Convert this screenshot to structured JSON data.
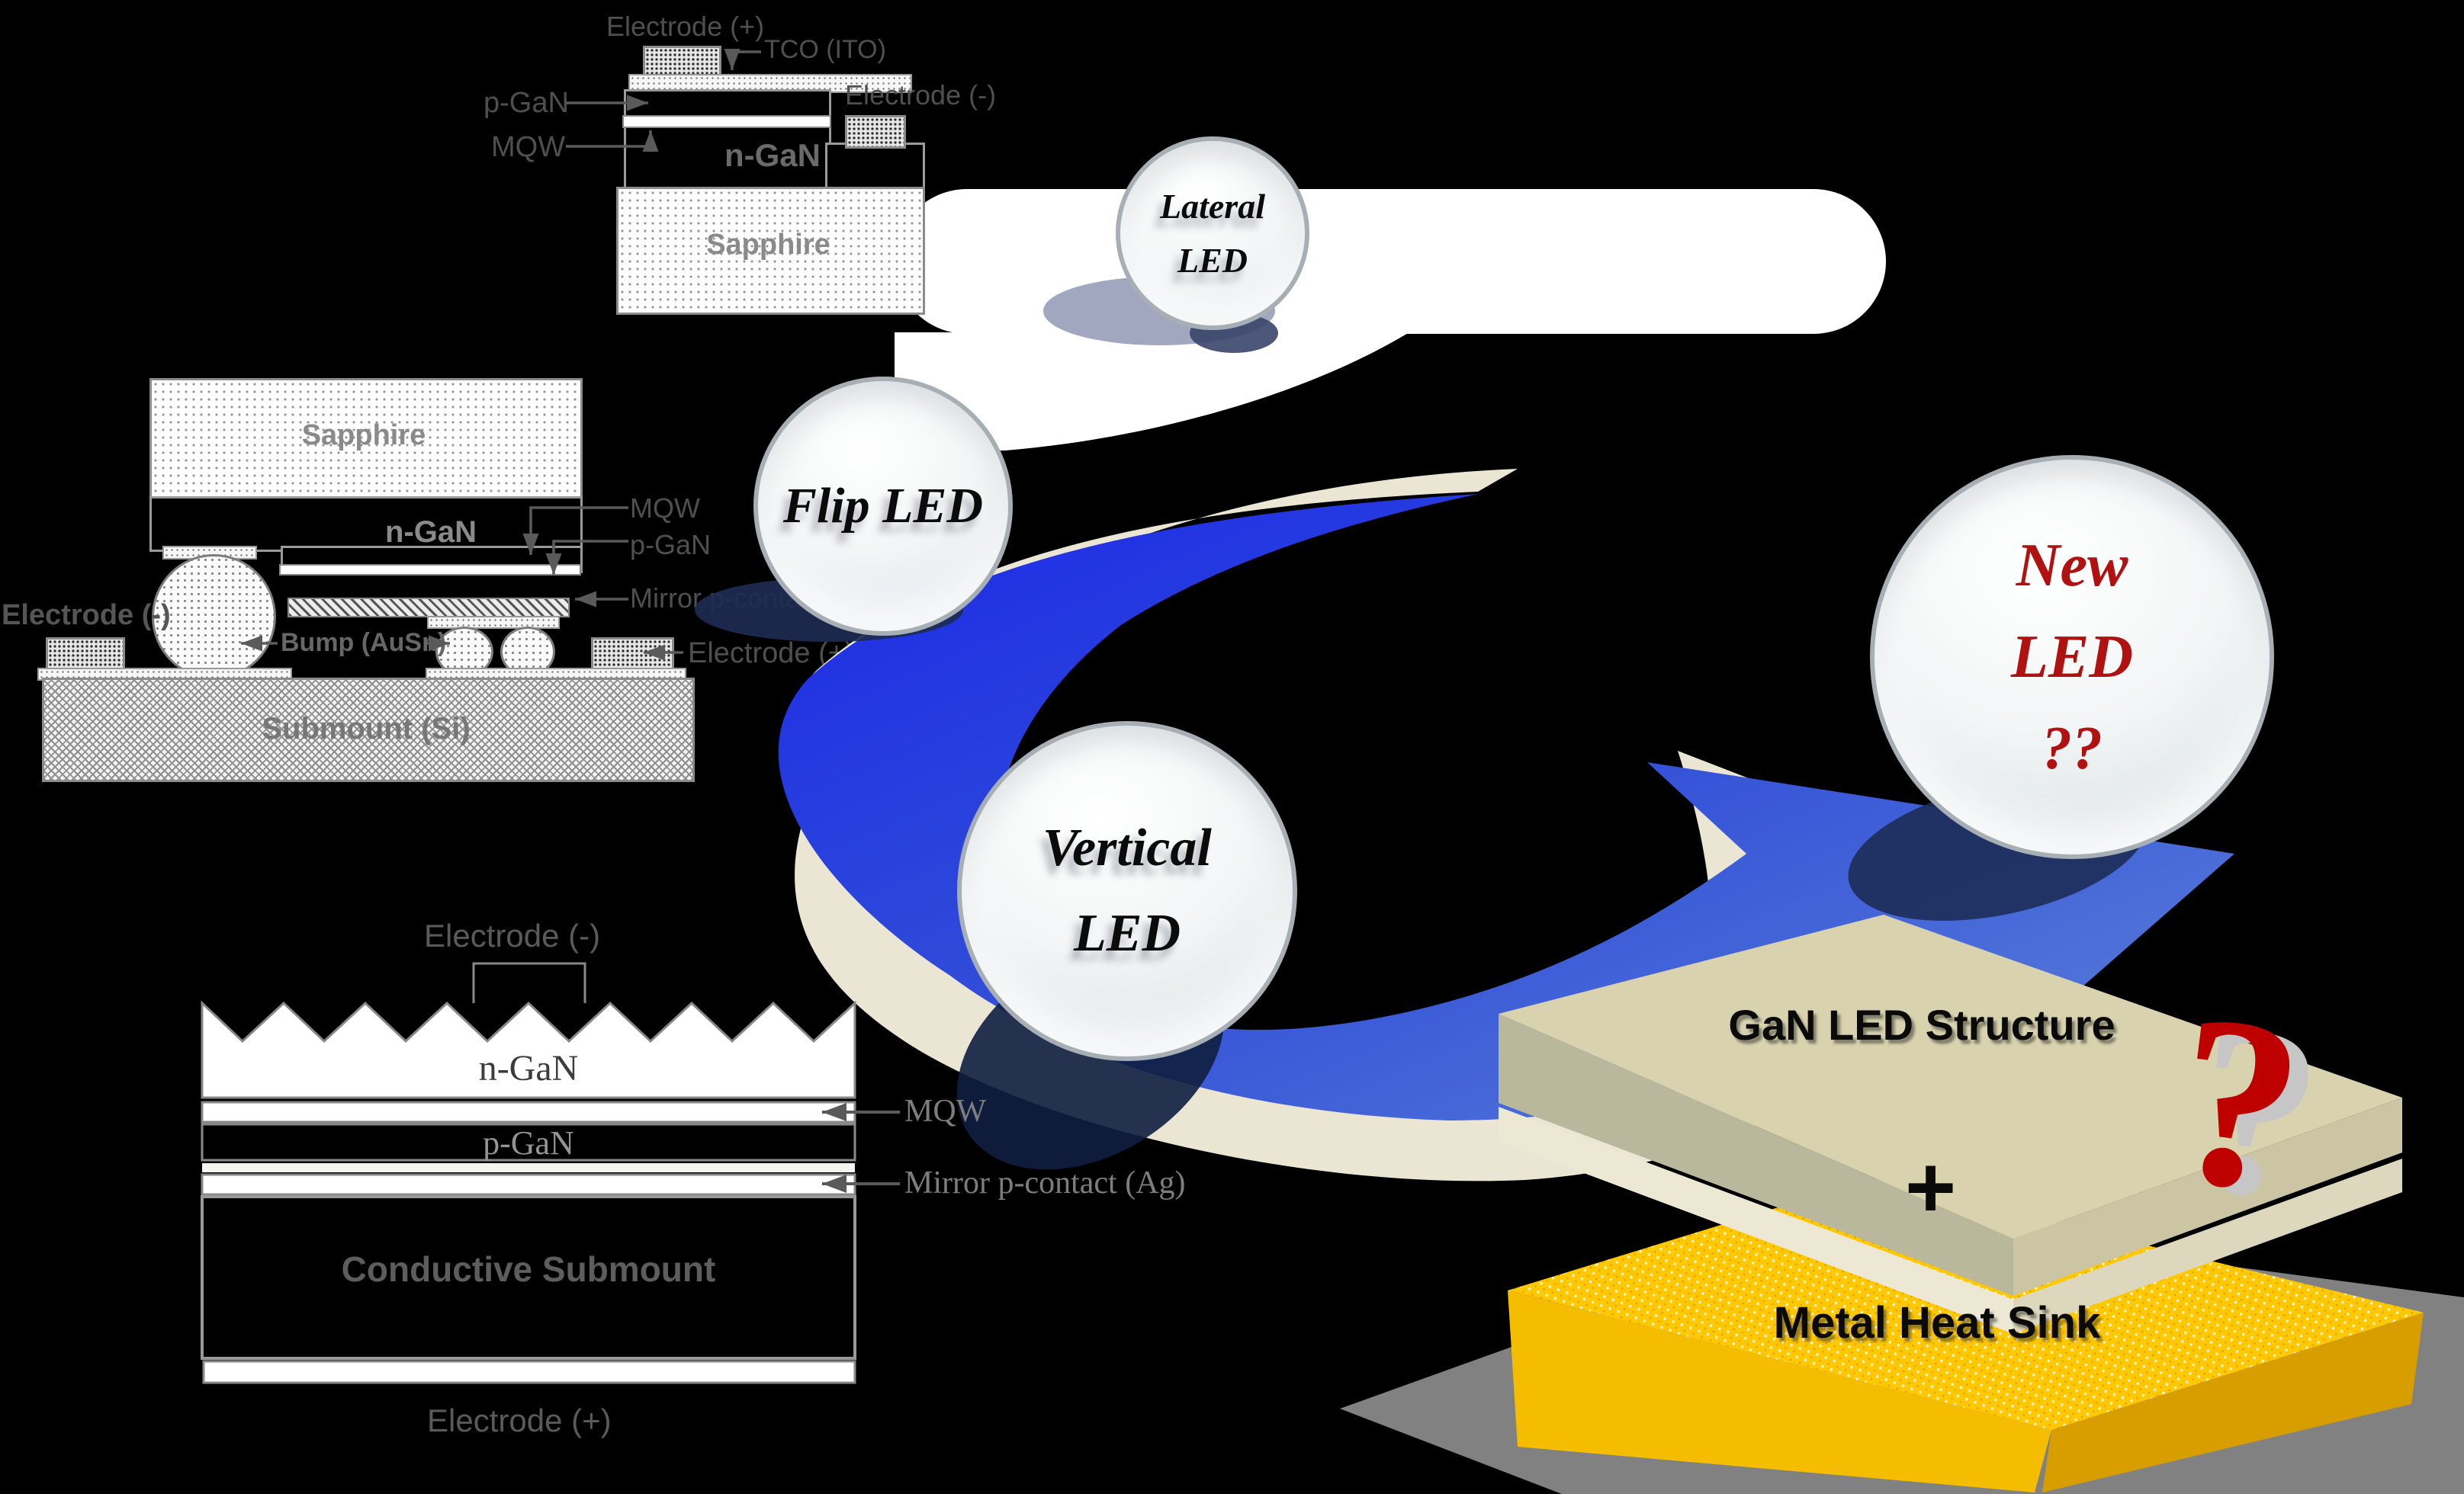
{
  "background": "#000000",
  "colors": {
    "swoosh_blue_start": "#1b28e8",
    "swoosh_blue_end": "#5b82d8",
    "cream_band": "#eae6d3",
    "heatsink_yellow": "#ffc800",
    "gan_slab_tan": "#d8d2af",
    "new_led_red": "#b01212",
    "question_red": "#be0000",
    "shadow_grey": "#8f8f8f"
  },
  "lateral": {
    "labels": {
      "electrode_plus": "Electrode (+)",
      "tco": "TCO (ITO)",
      "p_gan": "p-GaN",
      "mqw": "MQW",
      "n_gan": "n-GaN",
      "electrode_minus": "Electrode (-)",
      "sapphire": "Sapphire"
    }
  },
  "flip": {
    "labels": {
      "sapphire": "Sapphire",
      "n_gan": "n-GaN",
      "mqw": "MQW",
      "p_gan": "p-GaN",
      "mirror": "Mirror p-contact (Ag)",
      "electrode_minus": "Electrode (-)",
      "bump": "Bump (AuSn)",
      "electrode_plus": "Electrode (+)",
      "submount": "Submount (Si)"
    }
  },
  "vertical": {
    "labels": {
      "electrode_minus": "Electrode (-)",
      "n_gan": "n-GaN",
      "mqw": "MQW",
      "p_gan": "p-GaN",
      "mirror": "Mirror p-contact (Ag)",
      "submount": "Conductive Submount",
      "electrode_plus": "Electrode (+)"
    }
  },
  "spheres": {
    "lateral": {
      "line1": "Lateral",
      "line2": "LED"
    },
    "flip": {
      "line1": "Flip LED"
    },
    "vertical": {
      "line1": "Vertical",
      "line2": "LED"
    },
    "new_led": {
      "line1": "New",
      "line2": "LED",
      "line3": "??"
    }
  },
  "structure": {
    "gan_label": "GaN LED Structure",
    "plus": "+",
    "heatsink_label": "Metal Heat Sink",
    "question": "?"
  }
}
